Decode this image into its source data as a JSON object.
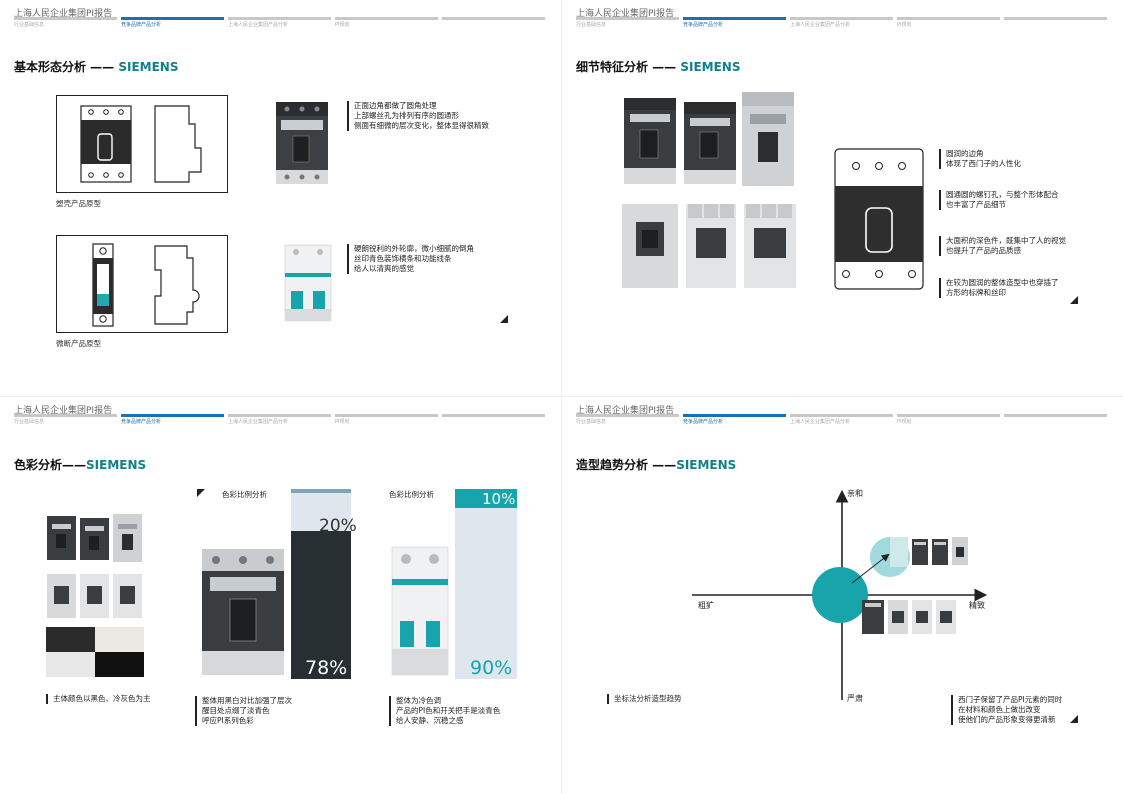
{
  "header": {
    "report_title": "上海人民企业集团PI报告",
    "nav": [
      "行业基础信息",
      "竞争品牌产品分析",
      "上海人民企业集团产品分析",
      "PI规划"
    ]
  },
  "slide1": {
    "title": "基本形态分析 —— ",
    "brand": "SIEMENS",
    "caption_mccb": "塑壳产品原型",
    "caption_mcb": "微断产品原型",
    "note1": [
      "正面边角都做了圆角处理",
      "上部螺丝孔为排列有序的圆通形",
      "侧面有细微的层次变化，整体显得很精致"
    ],
    "note2": [
      "硬朗锐利的外轮廓，微小细腻的倒角",
      "丝印青色装饰横条和功能线条",
      "给人以清爽的感觉"
    ]
  },
  "slide2": {
    "title": "细节特征分析 —— ",
    "brand": "SIEMENS",
    "notes": [
      [
        "圆润的边角",
        "体现了西门子的人性化"
      ],
      [
        "圆通圆的螺钉孔，与整个形体配合",
        "也丰富了产品细节"
      ],
      [
        "大面积的深色件，既集中了人的视觉",
        "也提升了产品的品质感"
      ],
      [
        "在较为圆润的整体造型中也穿插了",
        "方形的标牌和丝印"
      ]
    ]
  },
  "slide3": {
    "title": "色彩分析——",
    "brand": "SIEMENS",
    "label_a": "色彩比例分析",
    "label_b": "色彩比例分析",
    "pct_a_top": "20%",
    "pct_a_bottom": "78%",
    "pct_b_top": "10%",
    "pct_b_bottom": "90%",
    "note1": [
      "主体颜色以黑色、冷灰色为主"
    ],
    "note2": [
      "整体用黑白对比加强了层次",
      "醒目处点缀了淡青色",
      "呼应PI系列色彩"
    ],
    "note3": [
      "整体为冷色调",
      "产品的PI色和开关把手是淡青色",
      "给人安静、沉稳之感"
    ],
    "ratio_a": {
      "top": 0.2,
      "bottom": 0.78
    },
    "ratio_b": {
      "top": 0.1,
      "bottom": 0.9
    }
  },
  "slide4": {
    "title": "造型趋势分析 ——",
    "brand": "SIEMENS",
    "axis_top": "亲和",
    "axis_bottom": "严肃",
    "axis_left": "粗犷",
    "axis_right": "精致",
    "note1": [
      "坐标法分析造型趋势"
    ],
    "note2": [
      "西门子保留了产品PI元素的同时",
      "在材料和颜色上做出改变",
      "使他们的产品形象变得更清新"
    ]
  },
  "colors": {
    "accent_teal": "#17a5ab",
    "dark": "#2a2d2e",
    "nav_blue": "#1f6fb0",
    "light_blue_gray": "#dfe6ee"
  }
}
